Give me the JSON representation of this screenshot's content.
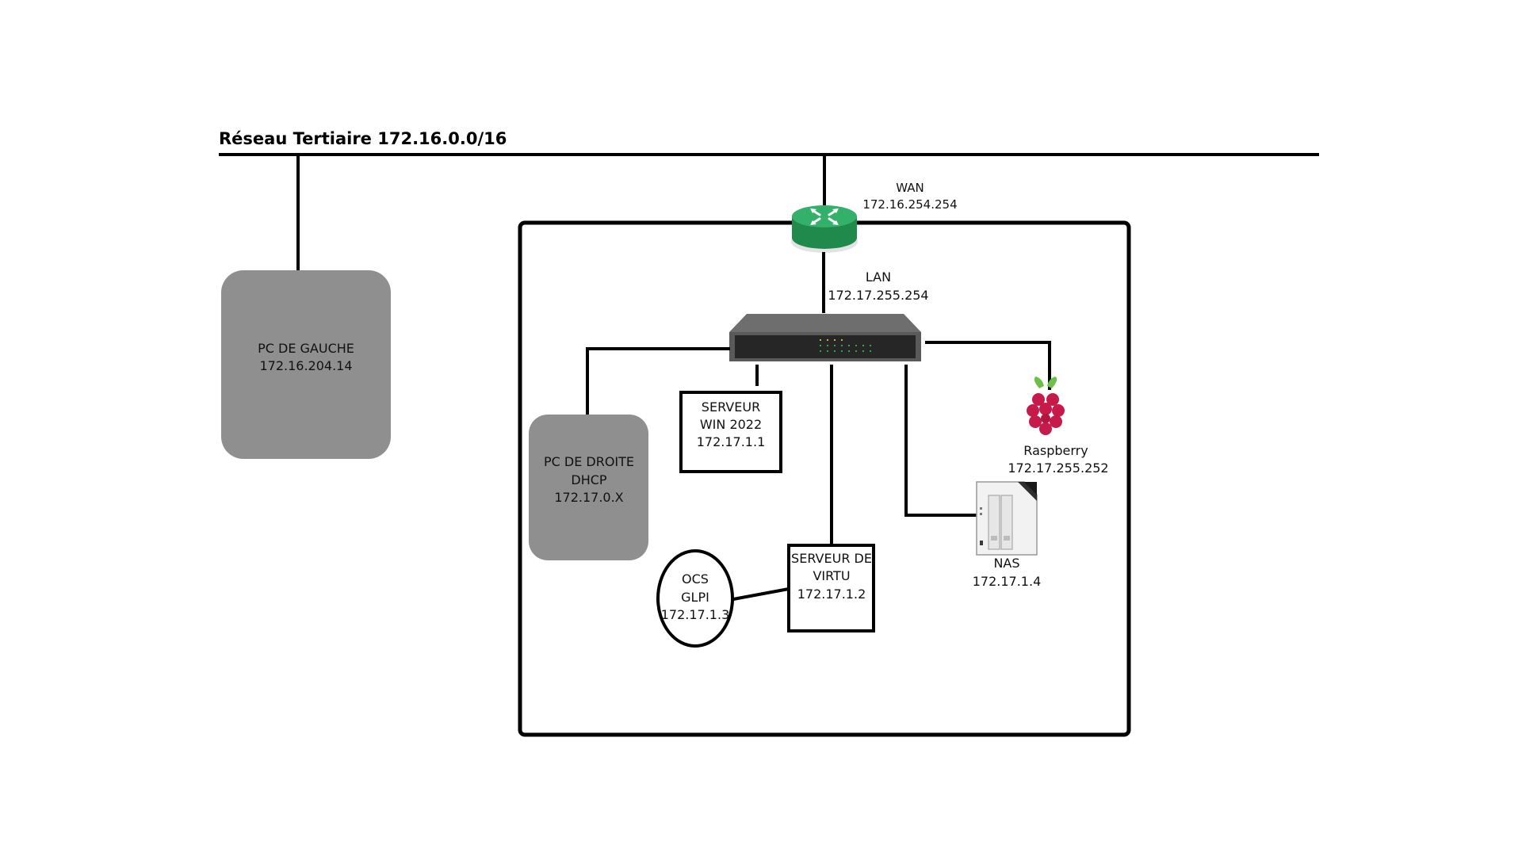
{
  "network": {
    "title": "Réseau Tertiaire 172.16.0.0/16"
  },
  "router": {
    "wan_label": "WAN",
    "wan_ip": "172.16.254.254",
    "lan_label": "LAN",
    "lan_ip": "172.17.255.254",
    "icon": "router-icon",
    "color": "#2e9e5b"
  },
  "switch": {
    "icon": "switch-icon"
  },
  "pc_left": {
    "line1": "PC DE GAUCHE",
    "line2": "172.16.204.14"
  },
  "pc_right": {
    "line1": "PC DE DROITE",
    "line2": "DHCP",
    "line3": "172.17.0.X"
  },
  "server_win": {
    "line1": "SERVEUR",
    "line2": "WIN 2022",
    "line3": "172.17.1.1"
  },
  "server_virtu": {
    "line1": "SERVEUR DE",
    "line2": "VIRTU",
    "line3": "172.17.1.2"
  },
  "ocs": {
    "line1": "OCS",
    "line2": "GLPI",
    "line3": "172.17.1.3"
  },
  "raspberry": {
    "name": "Raspberry",
    "ip": "172.17.255.252",
    "icon": "raspberry-pi-icon",
    "color": "#c51a4a"
  },
  "nas": {
    "name": "NAS",
    "ip": "172.17.1.4",
    "icon": "nas-icon"
  },
  "colors": {
    "node_grey": "#8f8f8f",
    "lines": "#000000"
  }
}
